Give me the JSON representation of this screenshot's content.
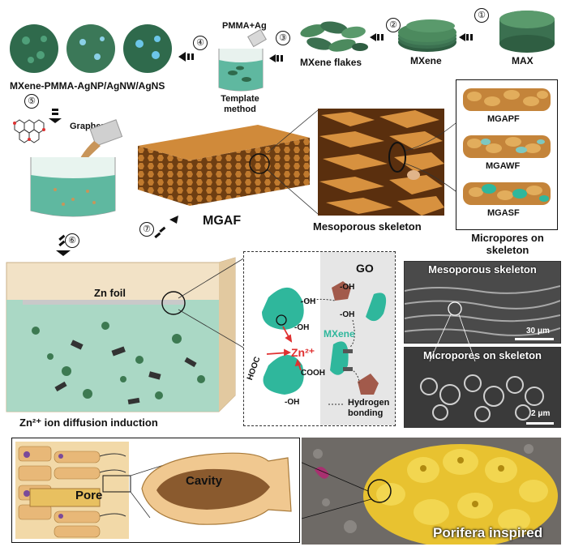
{
  "steps": [
    "①",
    "②",
    "③",
    "④",
    "⑤",
    "⑥",
    "⑦"
  ],
  "labels": {
    "max": "MAX",
    "mxene": "MXene",
    "mxene_flakes": "MXene flakes",
    "pmma_ag": "PMMA+Ag",
    "template_method": "Template method",
    "composite": "MXene-PMMA-AgNP/AgNW/AgNS",
    "graphene": "Graphene",
    "mgaf": "MGAF",
    "mesoporous_skeleton": "Mesoporous skeleton",
    "mgapf": "MGAPF",
    "mgawf": "MGAWF",
    "mgasf": "MGASF",
    "micropores_on_skeleton": "Micropores on skeleton",
    "zn_foil": "Zn foil",
    "zn_diffusion": "Zn²⁺ ion diffusion induction",
    "go": "GO",
    "oh": "-OH",
    "hooc": "HOOC",
    "cooh": "COOH",
    "zn_ion": "Zn²⁺",
    "mxene_chem": "MXene",
    "hydrogen_bonding": "Hydrogen bonding",
    "sem_mesoporous": "Mesoporous  skeleton",
    "sem_micropores": "Micropores on skeleton",
    "scale_30": "30 μm",
    "scale_2": "2 μm",
    "pore": "Pore",
    "cavity": "Cavity",
    "porifera": "Porifera inspired"
  },
  "colors": {
    "mxene_green": "#3d7a52",
    "teal_liquid": "#5fb8a0",
    "foam_orange": "#b8732a",
    "zn_red": "#e03030",
    "teal_particle": "#2fb79c"
  }
}
